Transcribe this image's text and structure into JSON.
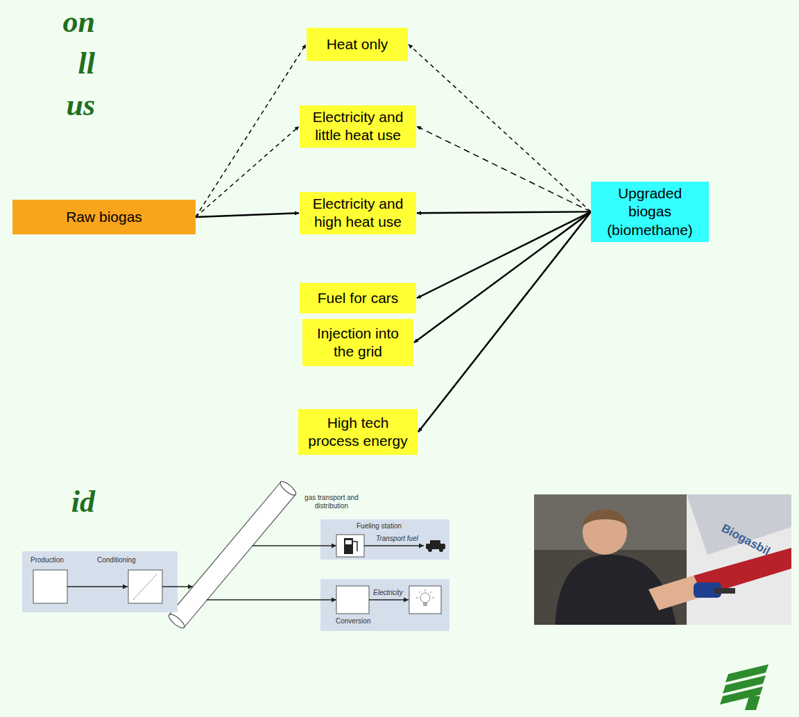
{
  "diagram": {
    "nodes": [
      {
        "text": [
          "Raw biogas"
        ]
      },
      {
        "text": [
          "Heat only"
        ]
      },
      {
        "text": [
          "Electricity and little heat use"
        ]
      },
      {
        "text": [
          "Electricity and high heat use"
        ]
      },
      {
        "text": [
          "Fuel for cars"
        ]
      },
      {
        "text": [
          "Injection into the grid"
        ]
      },
      {
        "text": [
          "High tech process energy"
        ]
      },
      {
        "text": [
          "Upgraded biogas (biomethane)"
        ]
      },
      {
        "text": [
          "Production",
          "Conditioning"
        ]
      },
      {
        "text": [
          "Fueling station",
          "Transport fuel"
        ]
      },
      {
        "text": [
          "Electricity",
          "Conversion"
        ]
      }
    ],
    "edges": [
      {
        "from": 0,
        "to": 1,
        "arrow": "to"
      },
      {
        "from": 0,
        "to": 2,
        "arrow": "to"
      },
      {
        "from": 0,
        "to": 3,
        "arrow": "to"
      },
      {
        "from": 7,
        "to": 1,
        "arrow": "to"
      },
      {
        "from": 7,
        "to": 2,
        "arrow": "to"
      },
      {
        "from": 7,
        "to": 3,
        "arrow": "to"
      },
      {
        "from": 7,
        "to": 4,
        "arrow": "to"
      },
      {
        "from": 7,
        "to": 5,
        "arrow": "to"
      },
      {
        "from": 7,
        "to": 6,
        "arrow": "to"
      }
    ],
    "labels": [
      "on",
      "ll",
      "us",
      "id",
      "gas transport and distribution",
      "Biogasbil"
    ]
  }
}
